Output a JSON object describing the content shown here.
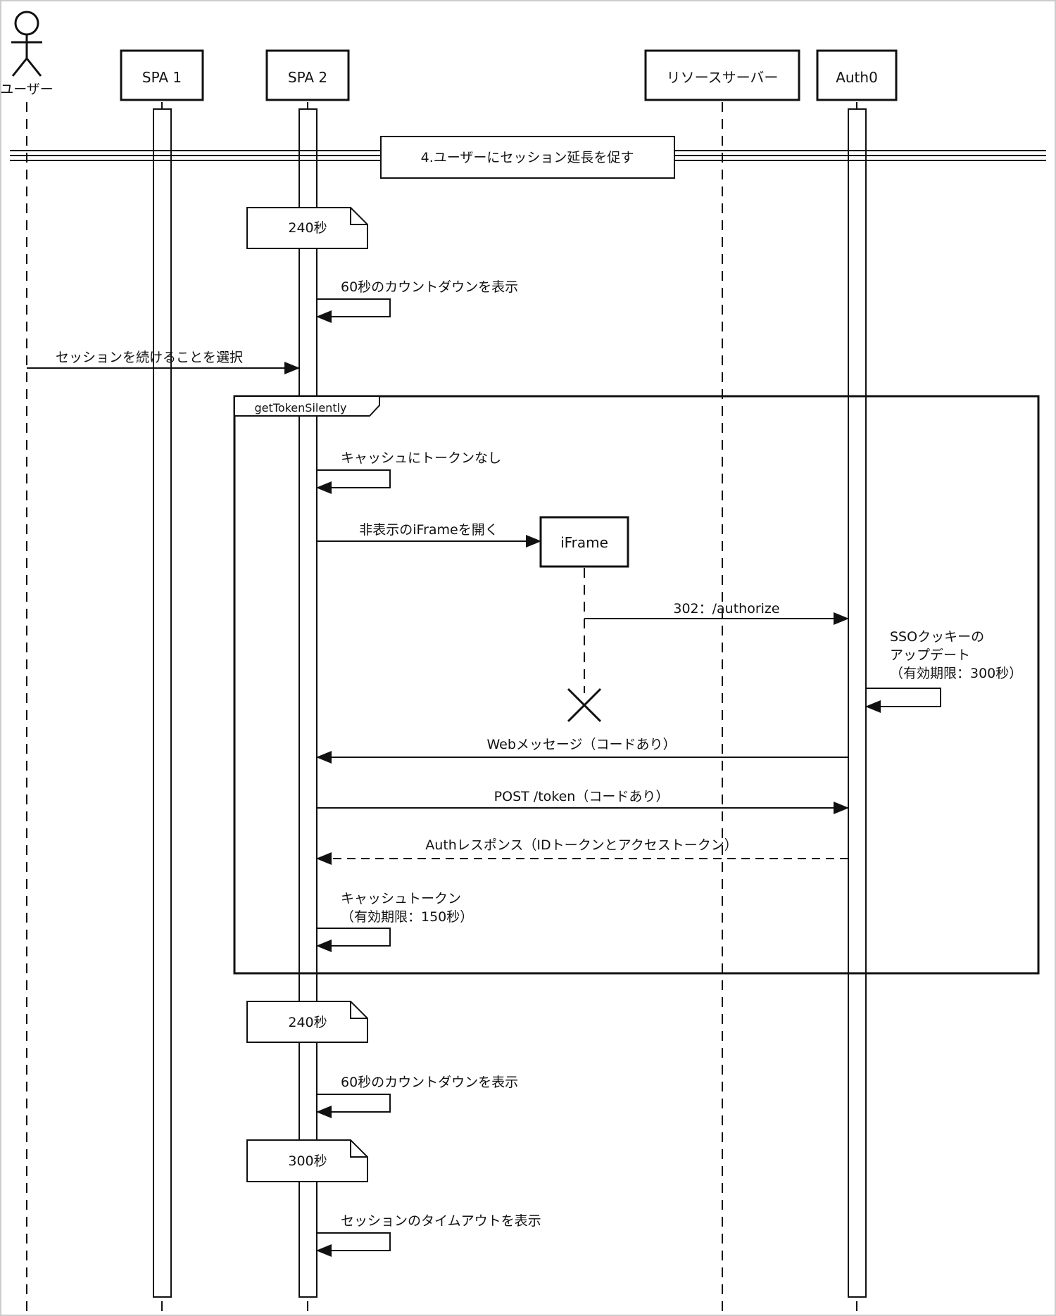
{
  "actor": {
    "label": "ユーザー",
    "icon": "stick-figure-icon"
  },
  "participants": {
    "spa1": "SPA 1",
    "spa2": "SPA 2",
    "resource": "リソースサーバー",
    "auth0": "Auth0",
    "iframe": "iFrame"
  },
  "section_title": "4.ユーザーにセッション延長を促す",
  "notes": {
    "n1": "240秒",
    "n2": "240秒",
    "n3": "300秒"
  },
  "fragment": {
    "label": "getTokenSilently"
  },
  "messages": {
    "m1": "60秒のカウントダウンを表示",
    "m2": "セッションを続けることを選択",
    "m3": "キャッシュにトークンなし",
    "m4": "非表示のiFrameを開く",
    "m5": "302：/authorize",
    "m6": [
      "SSOクッキーの",
      "アップデート",
      "（有効期限：300秒）"
    ],
    "m7": "Webメッセージ（コードあり）",
    "m8": "POST /token（コードあり）",
    "m9": "Authレスポンス（IDトークンとアクセストークン）",
    "m10": [
      "キャッシュトークン",
      "（有効期限：150秒）"
    ],
    "m11": "60秒のカウントダウンを表示",
    "m12": "セッションのタイムアウトを表示"
  },
  "icons": {
    "destroy": "destroy-x-icon",
    "note": "note-dogear-icon"
  }
}
